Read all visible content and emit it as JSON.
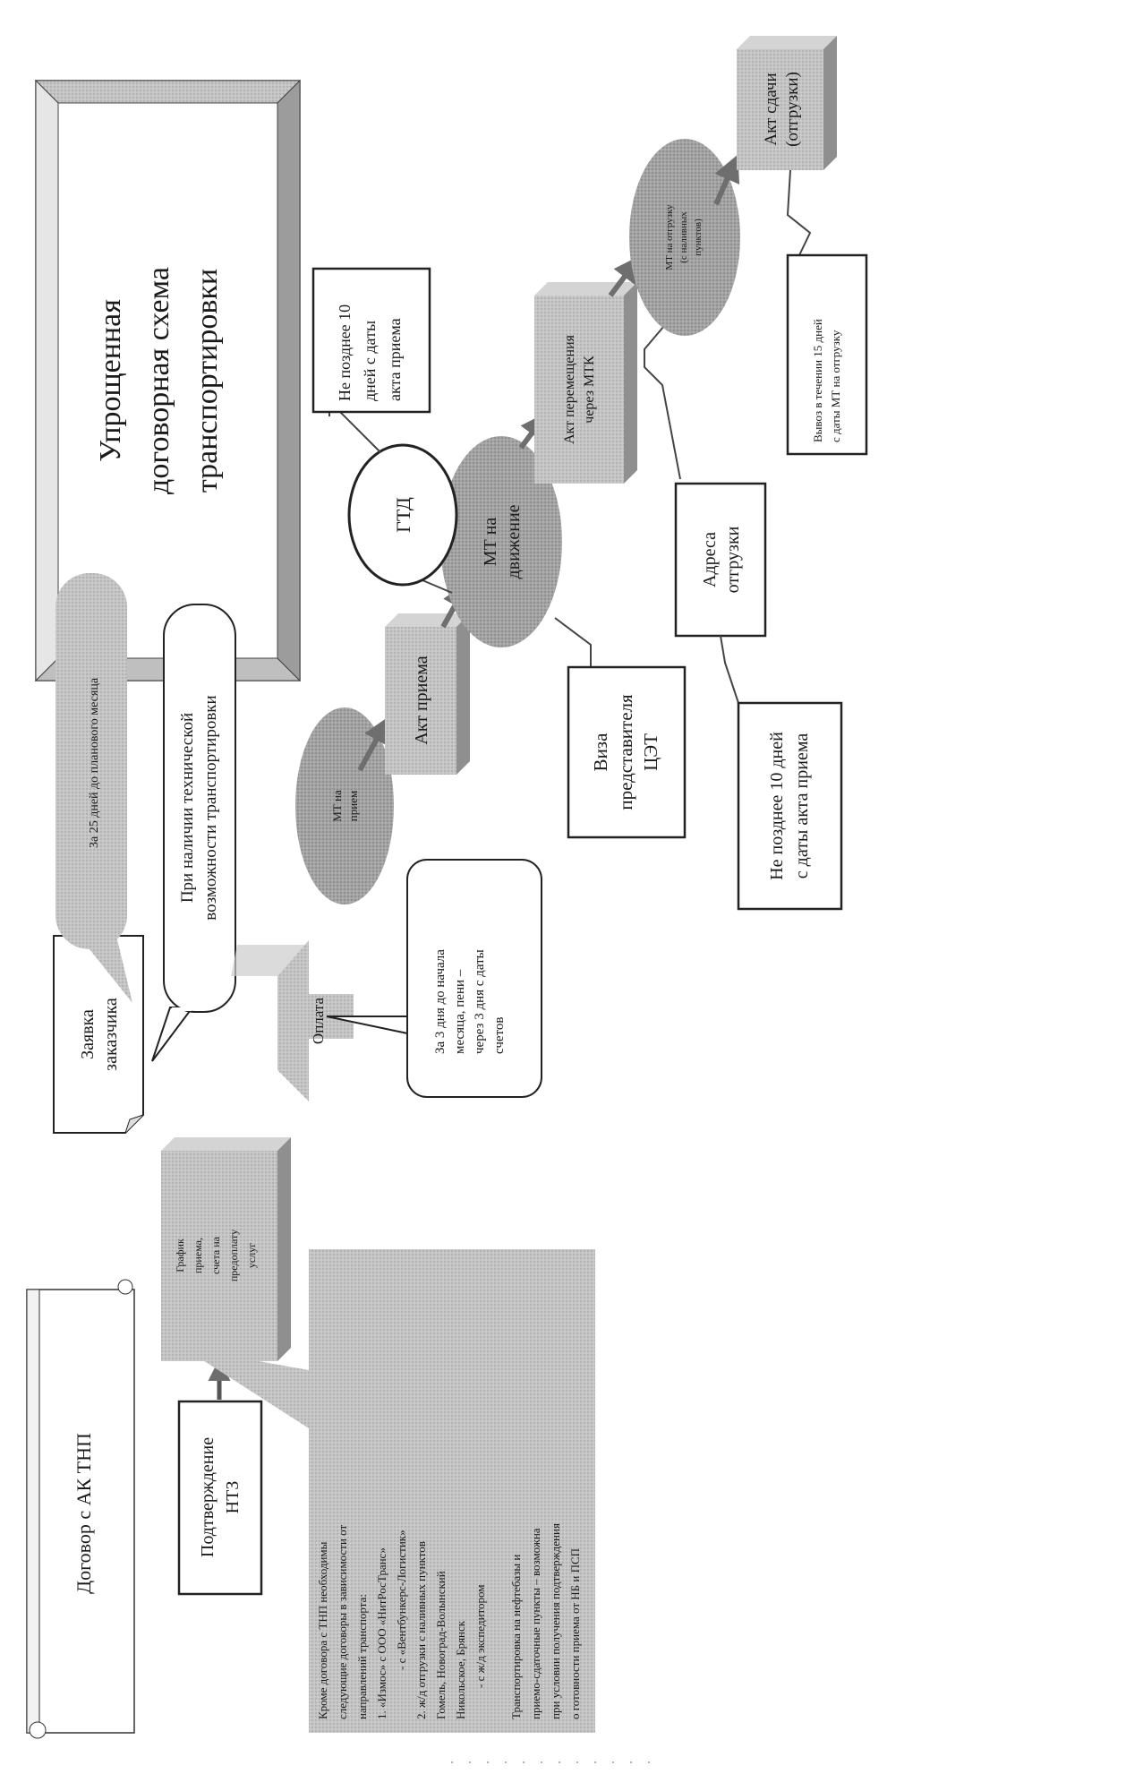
{
  "title": {
    "line1": "Упрощенная",
    "line2": "договорная схема",
    "line3": "транспортировки"
  },
  "contract": "Договор с АК ТНП",
  "confirmation": {
    "l1": "Подтверждение",
    "l2": "НТЗ"
  },
  "notes": {
    "l1": "Кроме договора с ТНП необходимы",
    "l2": "следующие договоры в зависимости от",
    "l3": "направлений транспорта:",
    "l4": "1. «Измос» с ООО «НитРосТранс»",
    "l5": "- с «Вентбункерс-Логистик»",
    "l6": "2. ж/д отгрузки с наливных пунктов",
    "l7": "Гомель, Новоград-Волынский",
    "l8": "Никольское, Брянск",
    "l9": "- с ж/д экспедитором",
    "l10": "Транспортировка на нефтебазы и",
    "l11": "приемо-сдаточные пункты – возможна",
    "l12": "при условии получения подтверждения",
    "l13": "о готовности приема от НБ и ПСП"
  },
  "schedule": {
    "l1": "График",
    "l2": "приема,",
    "l3": "счета на",
    "l4": "предоплату",
    "l5": "услуг"
  },
  "request": {
    "l1": "Заявка",
    "l2": "заказчика"
  },
  "request_note": "За 25 дней до планового месяца",
  "tech_note": {
    "l1": "При наличии технической",
    "l2": "возможности транспортировки"
  },
  "payment": "Оплата",
  "payment_note": {
    "l1": "За 3 дня до начала",
    "l2": "месяца, пени –",
    "l3": "через 3 дня с даты",
    "l4": "счетов"
  },
  "mt_accept": {
    "l1": "МТ на",
    "l2": "прием"
  },
  "accept_act": "Акт приема",
  "mt_move": {
    "l1": "МТ на",
    "l2": "движение"
  },
  "visa": {
    "l1": "Виза",
    "l2": "представителя",
    "l3": "ЦЭТ"
  },
  "gtd": "ГТД",
  "gtd_note": {
    "l1": "Не позднее 10",
    "l2": "дней с даты",
    "l3": "акта приема"
  },
  "transfer_act": {
    "l1": "Акт перемещения",
    "l2": "через МТК"
  },
  "addresses": {
    "l1": "Адреса",
    "l2": "отгрузки"
  },
  "addr_note": {
    "l1": "Не позднее 10 дней",
    "l2": "с даты акта приема"
  },
  "mt_ship": {
    "l1": "МТ на отгрузку",
    "l2": "(с наливных",
    "l3": "пунктов)"
  },
  "ship_note": {
    "l1": "Вывоз в течении 15 дней",
    "l2": "с даты МТ на отгрузку"
  },
  "ship_act": {
    "l1": "Акт сдачи",
    "l2": "(отгрузки)"
  },
  "colors": {
    "shape": "#bdbdbd",
    "dark": "#8a8a8a",
    "arrow": "#6e6e6e",
    "text": "#1a1a1a"
  }
}
